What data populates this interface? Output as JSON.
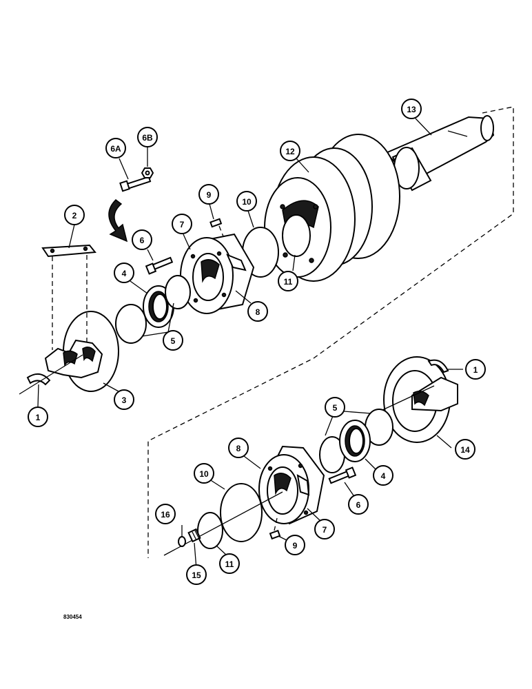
{
  "figure_ref": "830454",
  "callouts": [
    {
      "label": "1"
    },
    {
      "label": "2"
    },
    {
      "label": "3"
    },
    {
      "label": "1"
    },
    {
      "label": "6A"
    },
    {
      "label": "6B"
    },
    {
      "label": "6"
    },
    {
      "label": "4"
    },
    {
      "label": "5"
    },
    {
      "label": "7"
    },
    {
      "label": "8"
    },
    {
      "label": "9"
    },
    {
      "label": "10"
    },
    {
      "label": "11"
    },
    {
      "label": "12"
    },
    {
      "label": "13"
    },
    {
      "label": "5"
    },
    {
      "label": "4"
    },
    {
      "label": "6"
    },
    {
      "label": "14"
    },
    {
      "label": "8"
    },
    {
      "label": "10"
    },
    {
      "label": "7"
    },
    {
      "label": "9"
    },
    {
      "label": "11"
    },
    {
      "label": "16"
    },
    {
      "label": "15"
    }
  ]
}
